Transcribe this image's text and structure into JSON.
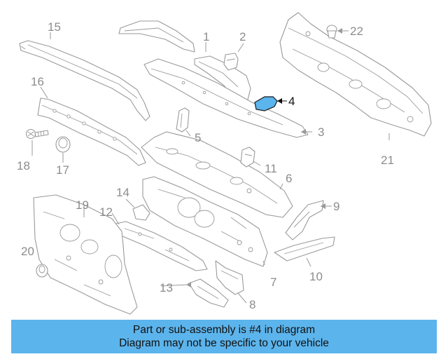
{
  "diagram": {
    "callouts": [
      "1",
      "2",
      "3",
      "4",
      "5",
      "6",
      "7",
      "8",
      "9",
      "10",
      "11",
      "12",
      "13",
      "14",
      "15",
      "16",
      "17",
      "18",
      "19",
      "20",
      "21",
      "22"
    ],
    "highlighted_part": "4"
  },
  "colors": {
    "highlight_fill": "#5cb4ec",
    "banner_background": "#5cb4ec",
    "line": "#9a9a9a"
  },
  "banner": {
    "line1": "Part or sub-assembly is #4 in diagram",
    "line2": "Diagram may not be specific to your vehicle"
  }
}
